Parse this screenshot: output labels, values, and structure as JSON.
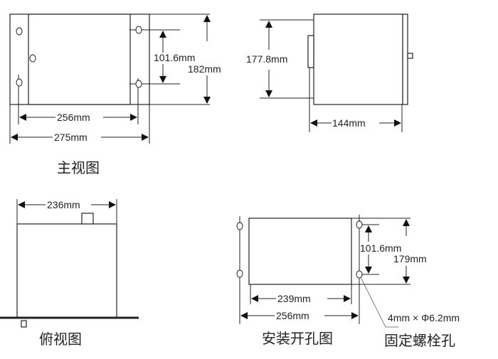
{
  "front_view": {
    "caption": "主视图",
    "dim_hole_spacing": "101.6mm",
    "dim_height": "182mm",
    "dim_hole_width": "256mm",
    "dim_total_width": "275mm"
  },
  "side_view": {
    "dim_height": "177.8mm",
    "dim_depth": "144mm"
  },
  "top_view": {
    "caption": "俯视图",
    "dim_width": "236mm"
  },
  "cutout_view": {
    "caption": "安装开孔图",
    "dim_hole_spacing": "101.6mm",
    "dim_height": "179mm",
    "dim_cut_width": "239mm",
    "dim_hole_width": "256mm",
    "hole_spec": "4mm × Φ6.2mm",
    "hole_label": "固定螺栓孔"
  }
}
